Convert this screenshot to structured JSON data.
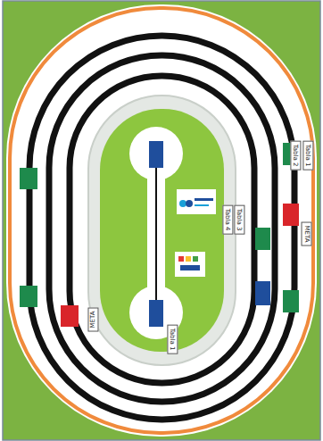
{
  "diagram": {
    "nodes": [
      {
        "text": [
          "Tabla 2"
        ]
      },
      {
        "text": [
          "Tabla 1"
        ]
      },
      {
        "text": [
          "Tabla 4"
        ]
      },
      {
        "text": [
          "Tabla 3"
        ]
      },
      {
        "text": [
          "META"
        ]
      },
      {
        "text": [
          "META"
        ]
      },
      {
        "text": [
          "Tabla 1"
        ]
      }
    ]
  }
}
